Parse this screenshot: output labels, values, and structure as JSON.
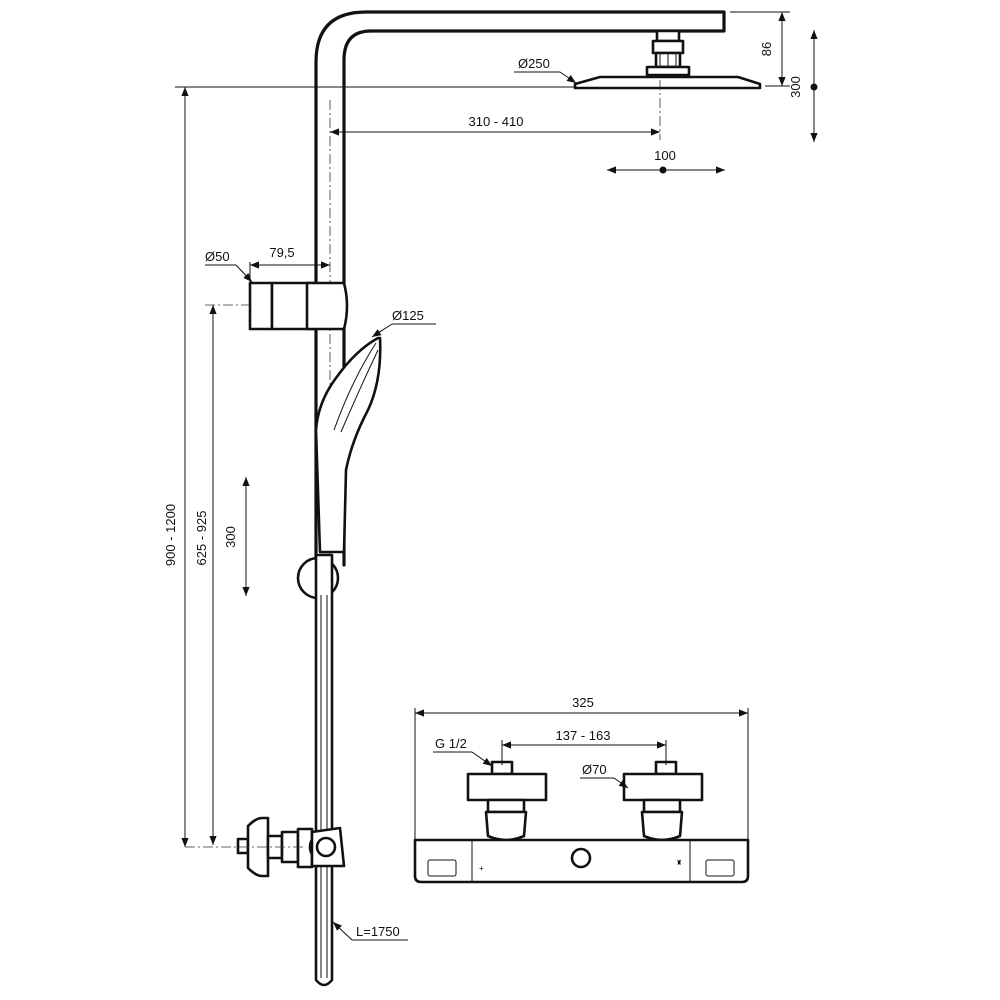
{
  "dimensions": {
    "arm_drop": "86",
    "head_adjust": "300",
    "head_diameter": "Ø250",
    "arm_projection": "310 - 410",
    "head_tilt": "100",
    "holder_diameter": "Ø50",
    "holder_offset": "79,5",
    "hand_shower_diameter": "Ø125",
    "total_height": "900 - 1200",
    "holder_height": "625 - 925",
    "holder_travel": "300",
    "hose_length": "L=1750",
    "valve_width": "325",
    "inlet_thread": "G 1/2",
    "inlet_centres": "137 - 163",
    "escutcheon_diameter": "Ø70"
  }
}
